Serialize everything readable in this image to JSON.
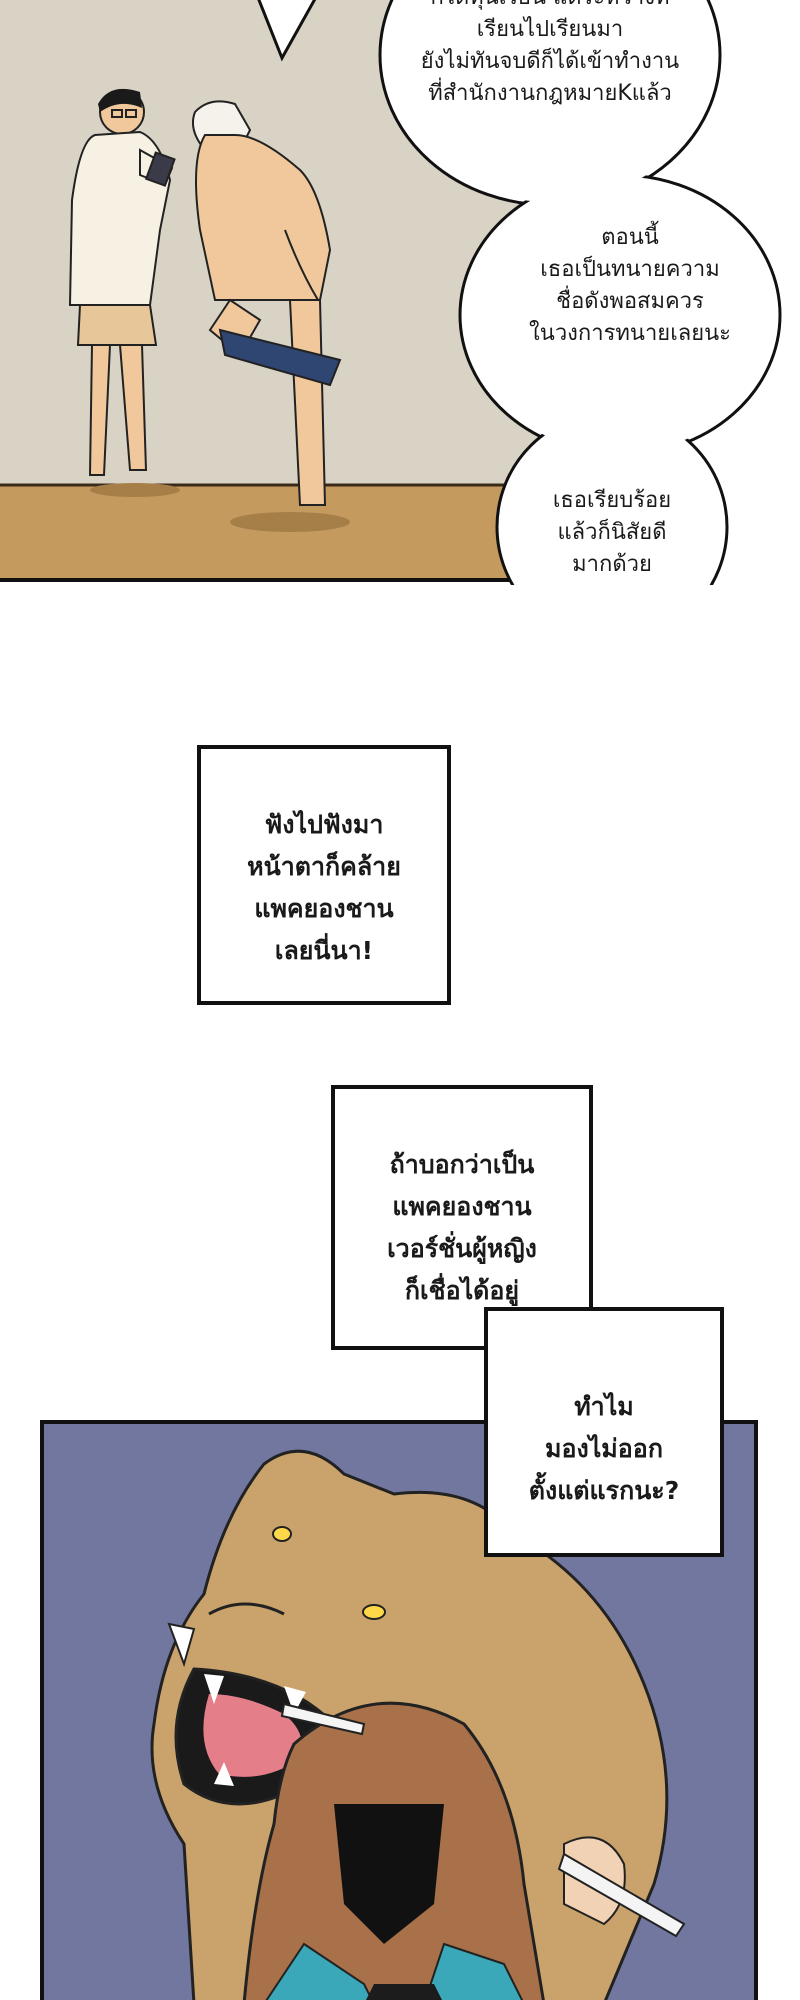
{
  "panel1": {
    "bubble_top": [
      "ก็ได้ทุนเรียน แต่ระหว่างที่",
      "เรียนไปเรียนมา",
      "ยังไม่ทันจบดีก็ได้เข้าทำงาน",
      "ที่สำนักงานกฎหมายKแล้ว"
    ],
    "bubble_middle": [
      "ตอนนี้",
      "เธอเป็นทนายความ",
      "ชื่อดังพอสมควร",
      "ในวงการทนายเลยนะ"
    ],
    "bubble_bottom": [
      "เธอเรียบร้อย",
      "แล้วก็นิสัยดี",
      "มากด้วย"
    ]
  },
  "narration1": [
    "ฟังไปฟังมา",
    "หน้าตาก็คล้าย",
    "แพคยองชาน",
    "เลยนี่นา!"
  ],
  "narration2": [
    "ถ้าบอกว่าเป็น",
    "แพคยองชาน",
    "เวอร์ชั่นผู้หญิง",
    "ก็เชื่อได้อยู่"
  ],
  "narration3": [
    "ทำไม",
    "มองไม่ออก",
    "ตั้งแต่แรกนะ?"
  ],
  "colors": {
    "wall": "#d9d3c6",
    "floor": "#c49a5f",
    "lion_panel_bg": "#6a6f9a",
    "lion_fur": "#c9a36b",
    "hair": "#a8714a",
    "jacket_teal": "#3aa8b8"
  }
}
